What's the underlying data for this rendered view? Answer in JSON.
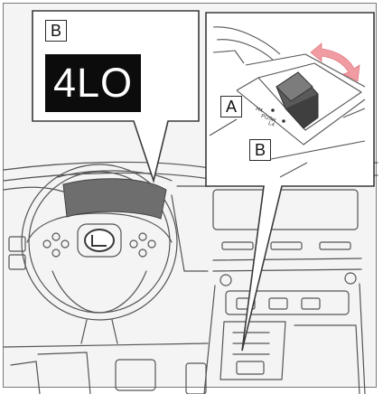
{
  "display_callout": {
    "label": "B",
    "display_text": "4LO"
  },
  "switch_callout": {
    "label_a": "A",
    "label_b": "B",
    "switch_marks": {
      "h4": "H4",
      "push": "PUSH",
      "l4": "L4"
    }
  },
  "colors": {
    "display_background": "#0c0c0c",
    "display_text": "#ffffff",
    "arrow": "#f19ca2",
    "line_art": "#555555"
  },
  "icons": {
    "brand_emblem": "lexus-emblem-icon",
    "rotate_arrow": "rotate-arrow-icon"
  }
}
